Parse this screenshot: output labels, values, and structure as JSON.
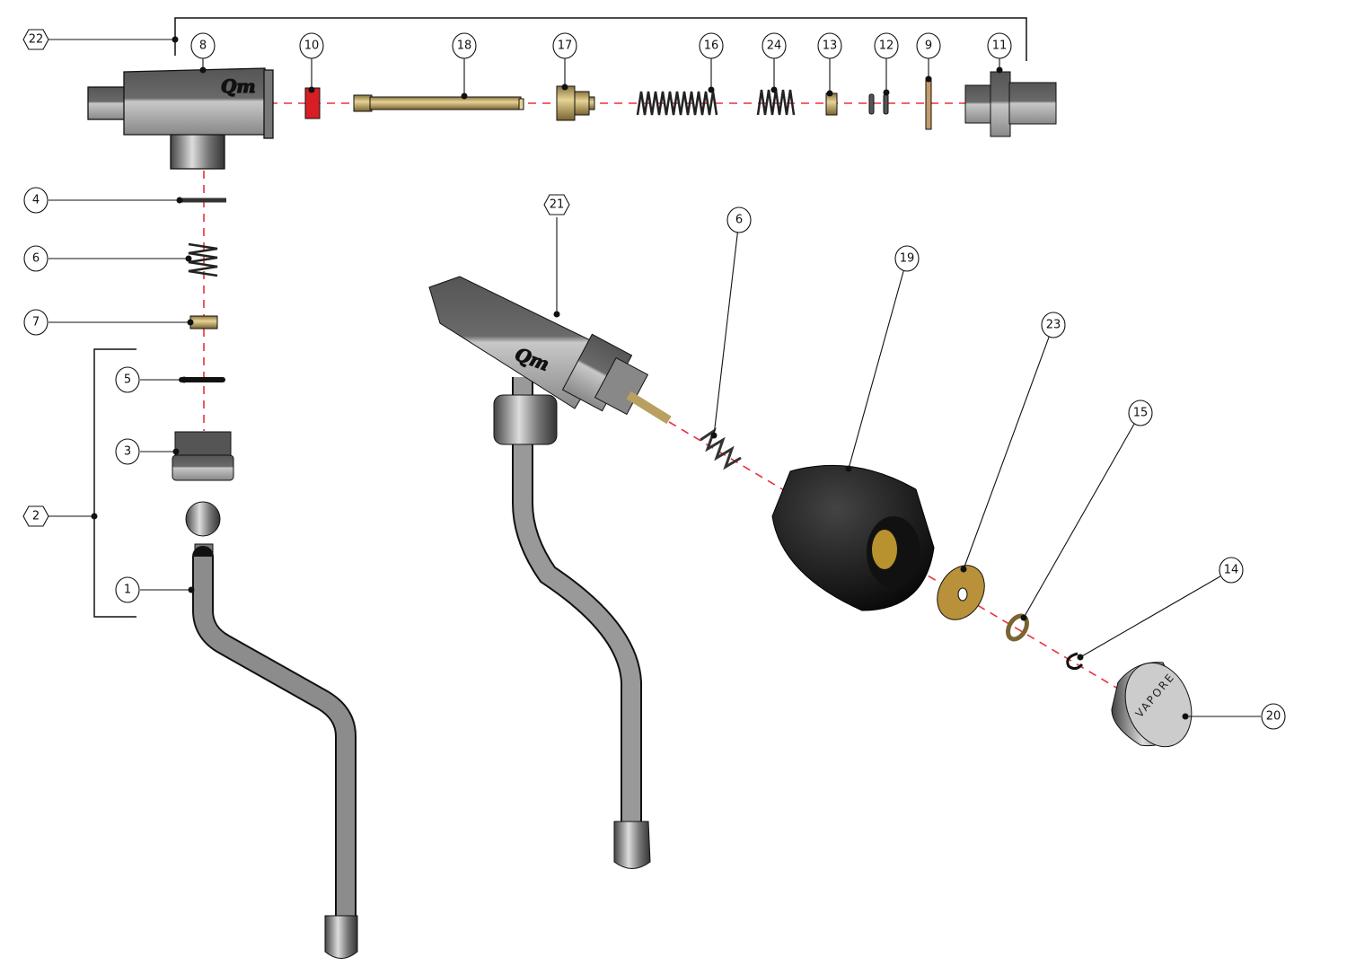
{
  "diagram": {
    "type": "exploded-parts-diagram",
    "brand_mark": "Qm",
    "cap_inscription": "VAPORE",
    "axis_color": "#e8303a",
    "callouts": [
      "22",
      "8",
      "10",
      "18",
      "17",
      "16",
      "24",
      "13",
      "12",
      "9",
      "11",
      "4",
      "6",
      "7",
      "5",
      "3",
      "2",
      "1",
      "21",
      "6",
      "19",
      "23",
      "15",
      "14",
      "20"
    ]
  }
}
